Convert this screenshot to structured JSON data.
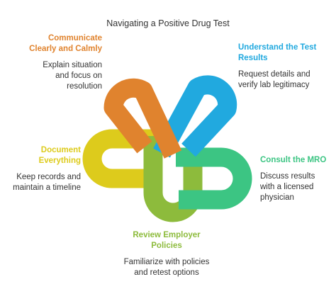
{
  "title": "Navigating a Positive Drug Test",
  "colors": {
    "orange": "#E0832E",
    "blue": "#21A9DF",
    "green": "#3CC583",
    "olive": "#8DBB3C",
    "yellow": "#DDCB1C"
  },
  "steps": [
    {
      "heading": "Communicate Clearly and Calmly",
      "description": "Explain situation and focus on resolution",
      "color": "#E0832E"
    },
    {
      "heading": "Understand the Test Results",
      "description": "Request details and verify lab legitimacy",
      "color": "#21A9DF"
    },
    {
      "heading": "Consult the MRO",
      "description": "Discuss results with a licensed physician",
      "color": "#3CC583"
    },
    {
      "heading": "Review Employer Policies",
      "description": "Familiarize with policies and retest options",
      "color": "#8DBB3C"
    },
    {
      "heading": "Document Everything",
      "description": "Keep records and maintain a timeline",
      "color": "#DDCB1C"
    }
  ]
}
